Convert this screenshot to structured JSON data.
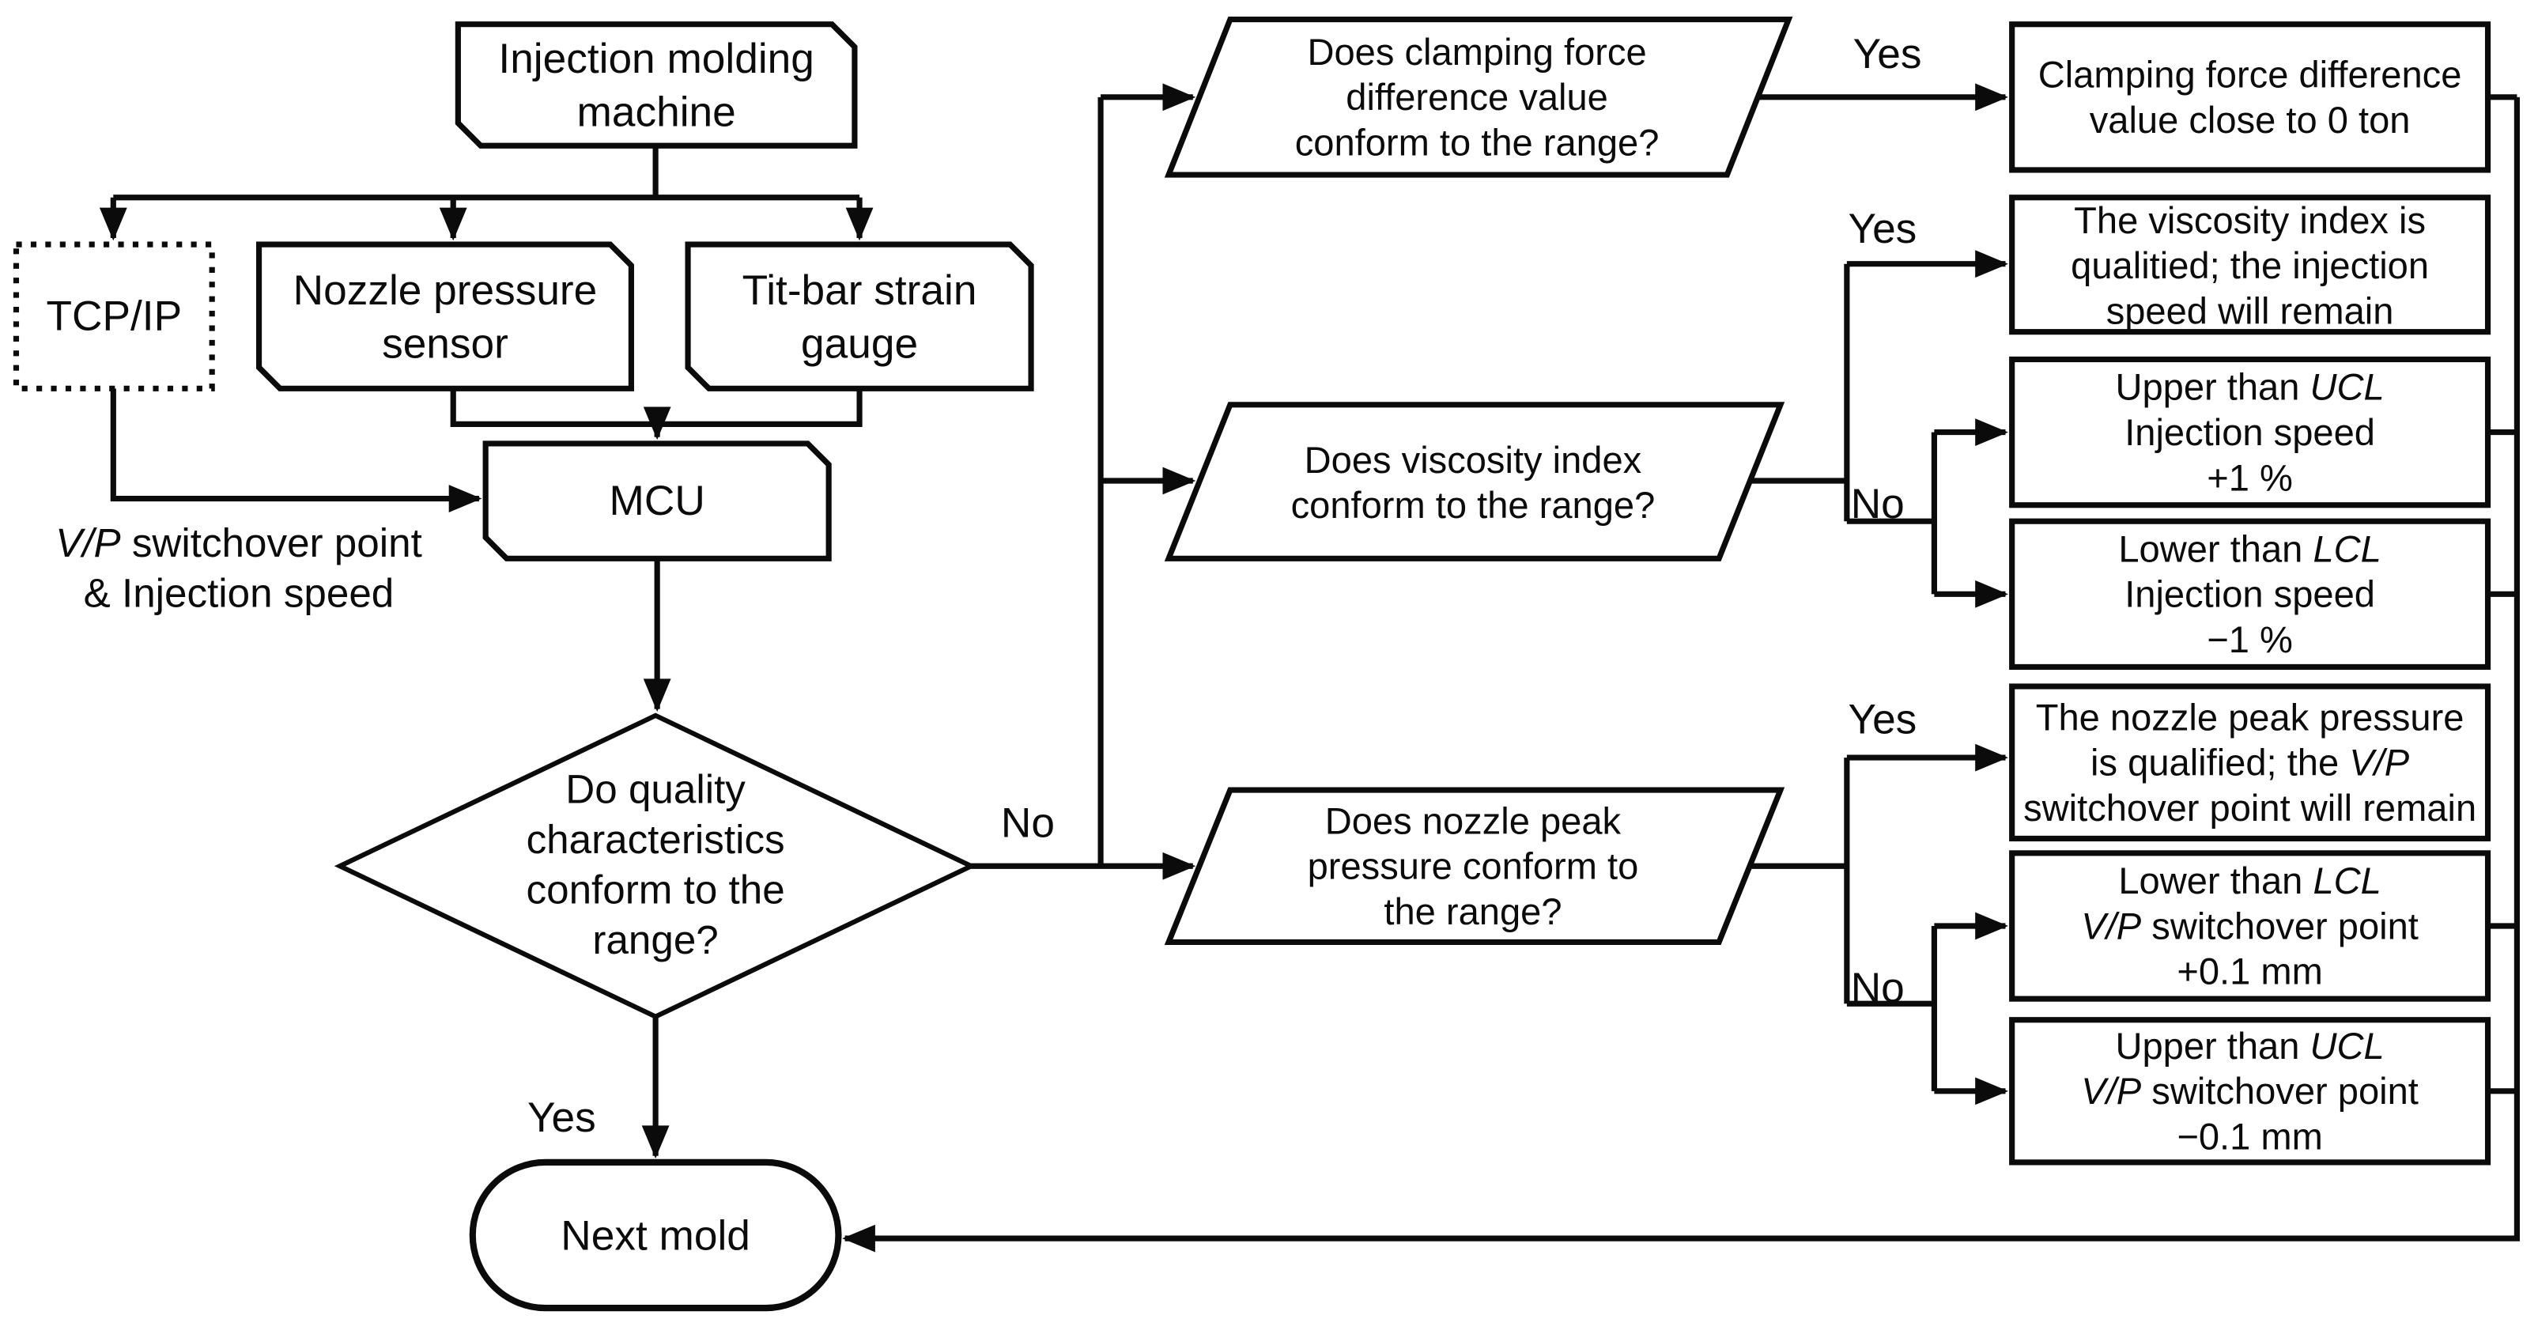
{
  "flowchart": {
    "machine": {
      "lines": [
        [
          {
            "t": "Injection molding",
            "i": 0
          }
        ],
        [
          {
            "t": "machine",
            "i": 0
          }
        ]
      ]
    },
    "tcp_ip": {
      "lines": [
        [
          {
            "t": "TCP/IP",
            "i": 0
          }
        ]
      ]
    },
    "nozzle_sensor": {
      "lines": [
        [
          {
            "t": "Nozzle pressure",
            "i": 0
          }
        ],
        [
          {
            "t": "sensor",
            "i": 0
          }
        ]
      ]
    },
    "tie_bar_gauge": {
      "lines": [
        [
          {
            "t": "Tit-bar strain",
            "i": 0
          }
        ],
        [
          {
            "t": "gauge",
            "i": 0
          }
        ]
      ]
    },
    "mcu": {
      "lines": [
        [
          {
            "t": "MCU",
            "i": 0
          }
        ]
      ]
    },
    "vp_input_label": {
      "lines": [
        [
          {
            "t": "V/P",
            "i": 1
          },
          {
            "t": " switchover point",
            "i": 0
          }
        ],
        [
          {
            "t": "& Injection speed",
            "i": 0
          }
        ]
      ]
    },
    "quality_decision": {
      "lines": [
        [
          {
            "t": "Do quality",
            "i": 0
          }
        ],
        [
          {
            "t": "characteristics",
            "i": 0
          }
        ],
        [
          {
            "t": "conform to the",
            "i": 0
          }
        ],
        [
          {
            "t": "range?",
            "i": 0
          }
        ]
      ]
    },
    "clamping_question": {
      "lines": [
        [
          {
            "t": "Does clamping force",
            "i": 0
          }
        ],
        [
          {
            "t": "difference value",
            "i": 0
          }
        ],
        [
          {
            "t": "conform to the range?",
            "i": 0
          }
        ]
      ]
    },
    "clamping_action": {
      "lines": [
        [
          {
            "t": "Clamping force difference",
            "i": 0
          }
        ],
        [
          {
            "t": "value close to 0 ton",
            "i": 0
          }
        ]
      ]
    },
    "viscosity_question": {
      "lines": [
        [
          {
            "t": "Does viscosity index",
            "i": 0
          }
        ],
        [
          {
            "t": "conform to the range?",
            "i": 0
          }
        ]
      ]
    },
    "viscosity_ok": {
      "lines": [
        [
          {
            "t": "The viscosity index is",
            "i": 0
          }
        ],
        [
          {
            "t": "qualitied; the injection",
            "i": 0
          }
        ],
        [
          {
            "t": "speed will remain",
            "i": 0
          }
        ]
      ]
    },
    "viscosity_upper": {
      "lines": [
        [
          {
            "t": "Upper than ",
            "i": 0
          },
          {
            "t": "UCL",
            "i": 1
          }
        ],
        [
          {
            "t": "Injection speed",
            "i": 0
          }
        ],
        [
          {
            "t": "+1 %",
            "i": 0
          }
        ]
      ]
    },
    "viscosity_lower": {
      "lines": [
        [
          {
            "t": "Lower than ",
            "i": 0
          },
          {
            "t": "LCL",
            "i": 1
          }
        ],
        [
          {
            "t": "Injection speed",
            "i": 0
          }
        ],
        [
          {
            "t": "−1 %",
            "i": 0
          }
        ]
      ]
    },
    "nozzle_question": {
      "lines": [
        [
          {
            "t": "Does nozzle peak",
            "i": 0
          }
        ],
        [
          {
            "t": "pressure conform to",
            "i": 0
          }
        ],
        [
          {
            "t": "the range?",
            "i": 0
          }
        ]
      ]
    },
    "nozzle_ok": {
      "lines": [
        [
          {
            "t": "The nozzle peak pressure",
            "i": 0
          }
        ],
        [
          {
            "t": "is qualified; the ",
            "i": 0
          },
          {
            "t": "V/P",
            "i": 1
          }
        ],
        [
          {
            "t": "switchover point will remain",
            "i": 0
          }
        ]
      ]
    },
    "nozzle_lower": {
      "lines": [
        [
          {
            "t": "Lower than ",
            "i": 0
          },
          {
            "t": "LCL",
            "i": 1
          }
        ],
        [
          {
            "t": "V/P",
            "i": 1
          },
          {
            "t": " switchover point",
            "i": 0
          }
        ],
        [
          {
            "t": "+0.1 mm",
            "i": 0
          }
        ]
      ]
    },
    "nozzle_upper": {
      "lines": [
        [
          {
            "t": "Upper than ",
            "i": 0
          },
          {
            "t": "UCL",
            "i": 1
          }
        ],
        [
          {
            "t": "V/P",
            "i": 1
          },
          {
            "t": " switchover point",
            "i": 0
          }
        ],
        [
          {
            "t": "−0.1 mm",
            "i": 0
          }
        ]
      ]
    },
    "next_mold": {
      "lines": [
        [
          {
            "t": "Next mold",
            "i": 0
          }
        ]
      ]
    },
    "edge_labels": {
      "quality_yes": "Yes",
      "quality_no": "No",
      "clamping_yes": "Yes",
      "viscosity_yes": "Yes",
      "viscosity_no": "No",
      "nozzle_yes": "Yes",
      "nozzle_no": "No"
    },
    "colors": {
      "stroke": "#0b0b0b",
      "fill": "#ffffff",
      "background": "#ffffff"
    }
  }
}
